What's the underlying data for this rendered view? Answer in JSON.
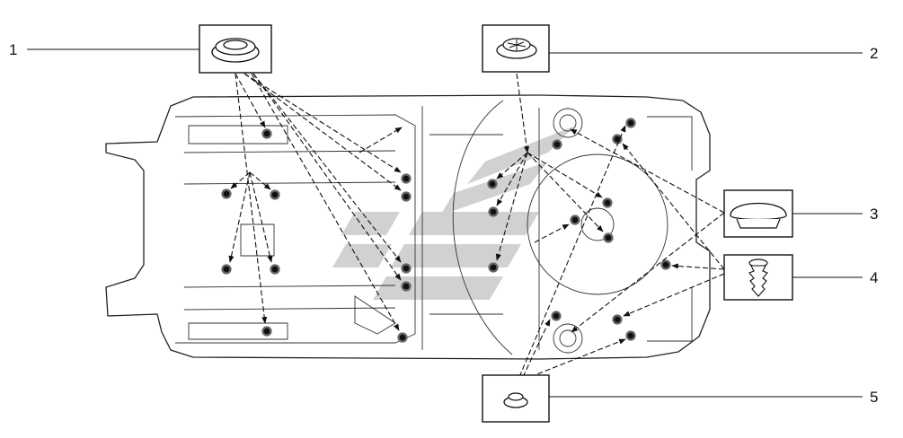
{
  "callouts": {
    "c1": "1",
    "c2": "2",
    "c3": "3",
    "c4": "4",
    "c5": "5"
  },
  "icons": {
    "c1": "round-grommet-icon",
    "c2": "slotted-plug-icon",
    "c3": "dome-plug-icon",
    "c4": "push-clip-icon",
    "c5": "small-grommet-icon"
  },
  "colors": {
    "line": "#111111",
    "watermark": "#c9c9c9"
  }
}
